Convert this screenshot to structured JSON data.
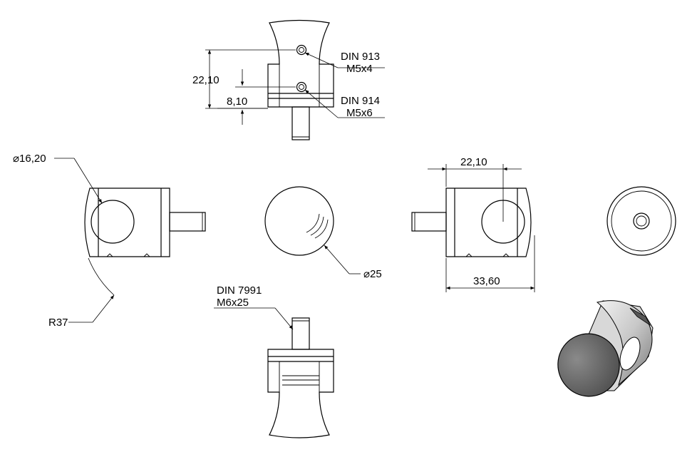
{
  "labels": {
    "callout_din913": "DIN 913",
    "callout_din913_size": "M5x4",
    "callout_din914": "DIN 914",
    "callout_din914_size": "M5x6",
    "dim_height_outer": "22,10",
    "dim_height_inner": "8,10",
    "dim_bore_diameter": "⌀16,20",
    "dim_radius": "R37",
    "dim_body_diameter": "⌀25",
    "callout_din7991": "DIN 7991",
    "callout_din7991_size": "M6x25",
    "dim_hole_position": "22,10",
    "dim_body_length": "33,60"
  }
}
